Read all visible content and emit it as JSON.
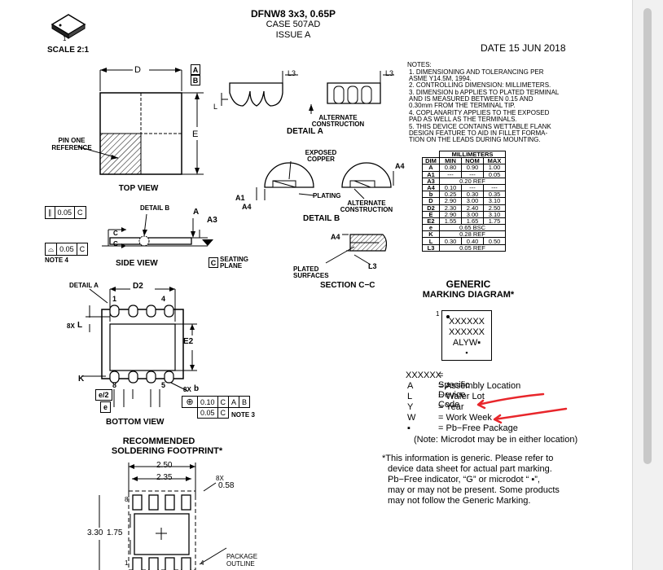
{
  "header": {
    "title": "DFNW8 3x3, 0.65P",
    "case": "CASE 507AD",
    "issue": "ISSUE A",
    "date": "DATE 15 JUN 2018",
    "scale": "SCALE 2:1",
    "pin1": "1"
  },
  "top_view": {
    "label": "TOP VIEW",
    "dim_d": "D",
    "dim_e": "E",
    "datum_a": "A",
    "datum_b": "B",
    "pin_ref": [
      "PIN ONE",
      "REFERENCE"
    ]
  },
  "detail_a": {
    "label": "DETAIL A",
    "l3": "L3",
    "l": "L",
    "alt": [
      "ALTERNATE",
      "CONSTRUCTION"
    ]
  },
  "detail_b": {
    "label": "DETAIL B",
    "exposed": [
      "EXPOSED",
      "COPPER"
    ],
    "plating": "PLATING",
    "a1": "A1",
    "a4": "A4",
    "alt": [
      "ALTERNATE",
      "CONSTRUCTION"
    ]
  },
  "side_view": {
    "label": "SIDE VIEW",
    "detail_b": "DETAIL B",
    "tol1": "0.05",
    "tol1_ref": "C",
    "tol2": "0.05",
    "tol2_ref": "C",
    "note4": "NOTE 4",
    "a": "A",
    "a3": "A3",
    "c": "C",
    "seating": [
      "SEATING",
      "PLANE"
    ],
    "datum_c": "C"
  },
  "section_cc": {
    "label": "SECTION C−C",
    "a4": "A4",
    "l3": "L3",
    "plated": [
      "PLATED",
      "SURFACES"
    ]
  },
  "notes": {
    "heading": "NOTES:",
    "items": [
      "1.  DIMENSIONING AND TOLERANCING PER",
      "     ASME Y14.5M, 1994.",
      "2.  CONTROLLING DIMENSION: MILLIMETERS.",
      "3.  DIMENSION b APPLIES TO PLATED TERMINAL",
      "     AND IS MEASURED BETWEEN 0.15 AND",
      "     0.30mm FROM THE TERMINAL TIP.",
      "4.  COPLANARITY APPLIES TO THE EXPOSED",
      "     PAD AS WELL AS THE TERMINALS.",
      "5.  THIS DEVICE CONTAINS WETTABLE FLANK",
      "     DESIGN FEATURE TO AID IN FILLET FORMA-",
      "     TION ON THE LEADS DURING MOUNTING."
    ]
  },
  "dim_table": {
    "group": "MILLIMETERS",
    "headers": [
      "DIM",
      "MIN",
      "NOM",
      "MAX"
    ],
    "rows": [
      [
        "A",
        "0.80",
        "0.90",
        "1.00"
      ],
      [
        "A1",
        "---",
        "---",
        "0.05"
      ],
      [
        "A3",
        "0.20 REF",
        "",
        ""
      ],
      [
        "A4",
        "0.10",
        "---",
        "---"
      ],
      [
        "b",
        "0.25",
        "0.30",
        "0.35"
      ],
      [
        "D",
        "2.90",
        "3.00",
        "3.10"
      ],
      [
        "D2",
        "2.30",
        "2.40",
        "2.50"
      ],
      [
        "E",
        "2.90",
        "3.00",
        "3.10"
      ],
      [
        "E2",
        "1.55",
        "1.65",
        "1.75"
      ],
      [
        "e",
        "0.65 BSC",
        "",
        ""
      ],
      [
        "K",
        "0.28 REF",
        "",
        ""
      ],
      [
        "L",
        "0.30",
        "0.40",
        "0.50"
      ],
      [
        "L3",
        "0.05 REF",
        "",
        ""
      ]
    ]
  },
  "bottom_view": {
    "label": "BOTTOM VIEW",
    "detail_a": "DETAIL A",
    "d2": "D2",
    "e2": "E2",
    "pin1": "1",
    "pin4": "4",
    "pin8": "8",
    "pin5": "5",
    "l8x": "8X",
    "l": "L",
    "k": "K",
    "e_half": "e/2",
    "e": "e",
    "b8x": "8X",
    "b": "b",
    "tol1": "0.10",
    "tol1_refs": [
      "C",
      "A",
      "B"
    ],
    "tol2": "0.05",
    "tol2_ref": "C",
    "note3": "NOTE 3"
  },
  "footprint": {
    "title1": "RECOMMENDED",
    "title2": "SOLDERING FOOTPRINT*",
    "d250": "2.50",
    "d235": "2.35",
    "x8": "8X",
    "d058": "0.58",
    "d330": "3.30",
    "d175": "1.75",
    "pkg": [
      "PACKAGE",
      "OUTLINE"
    ],
    "pin8": "8",
    "pin1": "1",
    "pin4": "4"
  },
  "marking": {
    "title1": "GENERIC",
    "title2": "MARKING DIAGRAM*",
    "pin1": "1",
    "lines": [
      "XXXXXX",
      "XXXXXX",
      "ALYW▪",
      "▪"
    ],
    "legend": [
      [
        "XXXXXX",
        "= Specific Device Code"
      ],
      [
        "A",
        "= Assembly Location"
      ],
      [
        "L",
        "= Wafer Lot"
      ],
      [
        "Y",
        "= Year"
      ],
      [
        "W",
        "= Work Week"
      ],
      [
        "▪",
        "= Pb−Free Package"
      ]
    ],
    "microdot": "(Note: Microdot may be in either location)",
    "footnote": [
      "*This information is generic. Please refer to",
      "device data sheet for actual part marking.",
      "Pb−Free indicator, “G” or microdot “ ▪”,",
      "may or may not be present. Some products",
      "may not follow the Generic Marking."
    ],
    "arrow_color": "#e8262b"
  }
}
